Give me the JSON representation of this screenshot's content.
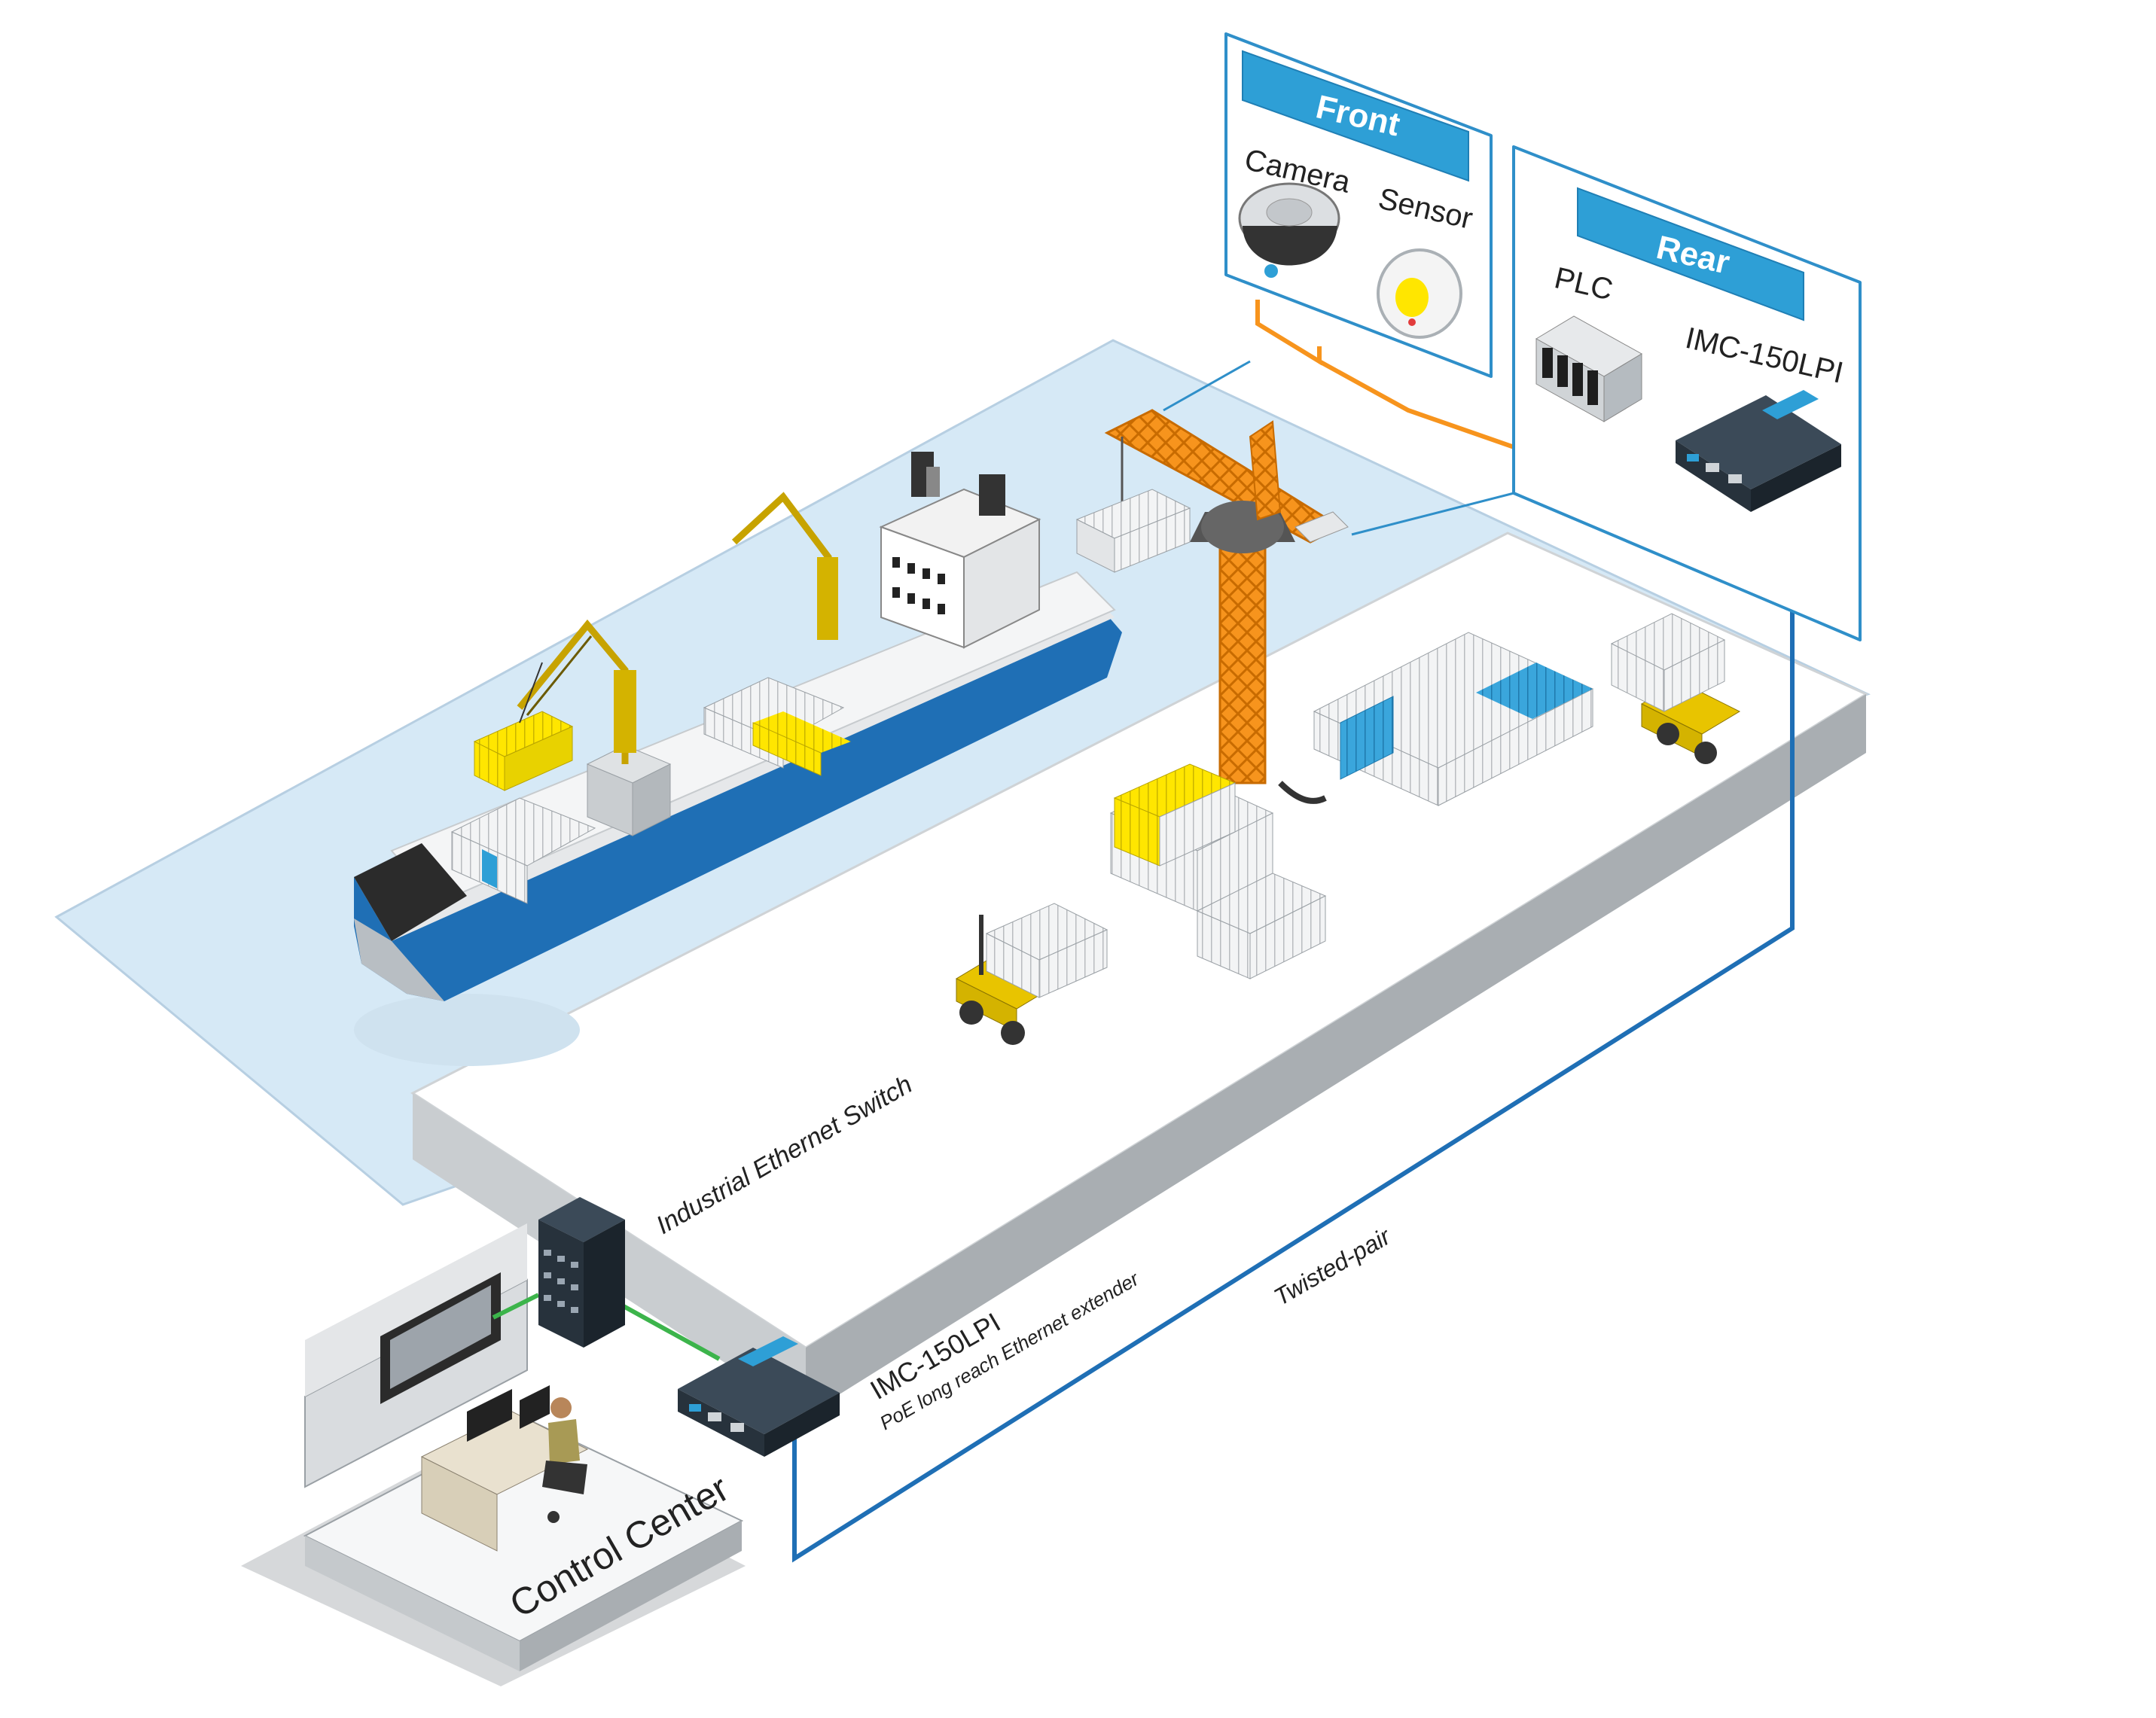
{
  "labels": {
    "front_header": "Front",
    "rear_header": "Rear",
    "camera": "Camera",
    "sensor": "Sensor",
    "plc": "PLC",
    "imc_rear": "IMC-150LPI",
    "industrial_switch": "Industrial Ethernet Switch",
    "imc_front": "IMC-150LPI",
    "imc_front_desc": "PoE long reach Ethernet extender",
    "twisted_pair": "Twisted-pair",
    "control_center": "Control Center"
  },
  "colors": {
    "water": "#d6e9f6",
    "header_blue": "#2e9fd6",
    "callout_border": "#2f8fc9",
    "orange_link": "#f7941d",
    "green_link": "#3cb44b",
    "twisted_pair": "#1f6fb5",
    "crane_orange": "#f7941d",
    "container_yellow": "#ffe600",
    "container_blue": "#2e9fd6",
    "hull_blue": "#1f6fb5"
  },
  "icons": [
    "camera-icon",
    "sensor-icon",
    "plc-icon",
    "extender-icon",
    "switch-icon",
    "crane-icon",
    "ship-icon",
    "forklift-icon",
    "operator-icon"
  ]
}
